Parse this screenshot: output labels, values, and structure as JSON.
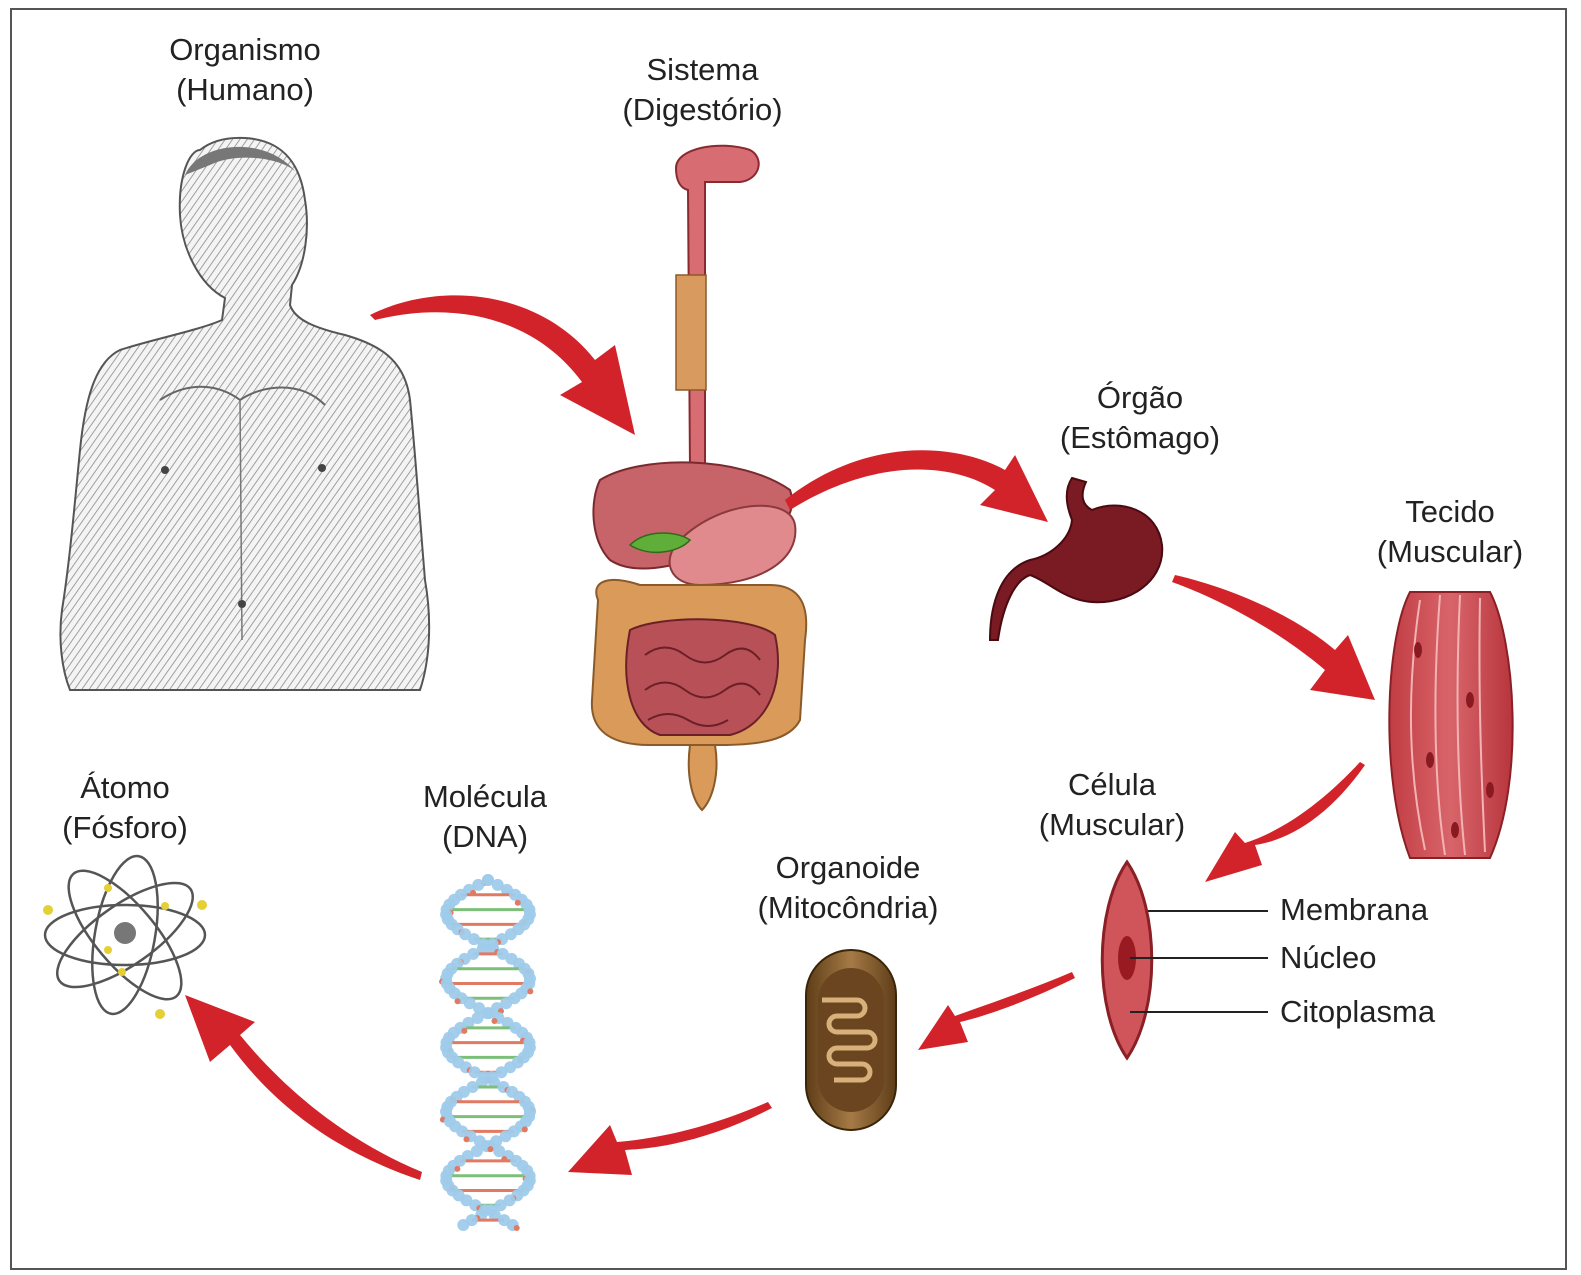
{
  "levels": {
    "organismo": {
      "title": "Organismo",
      "example": "(Humano)"
    },
    "sistema": {
      "title": "Sistema",
      "example": "(Digestório)"
    },
    "orgao": {
      "title": "Órgão",
      "example": "(Estômago)"
    },
    "tecido": {
      "title": "Tecido",
      "example": "(Muscular)"
    },
    "celula": {
      "title": "Célula",
      "example": "(Muscular)"
    },
    "organoide": {
      "title": "Organoide",
      "example": "(Mitocôndria)"
    },
    "molecula": {
      "title": "Molécula",
      "example": "(DNA)"
    },
    "atomo": {
      "title": "Átomo",
      "example": "(Fósforo)"
    }
  },
  "cell_parts": [
    "Membrana",
    "Núcleo",
    "Citoplasma"
  ],
  "colors": {
    "arrow": "#d2232a",
    "skin_sketch": "#9a9a9a",
    "organ_pink": "#d9737a",
    "stomach": "#7a1a22",
    "muscle": "#c9474c",
    "mitochondria": "#7a5428",
    "dna_blue": "#9fcbea",
    "dna_red": "#e07a62",
    "dna_green": "#7dbf7a",
    "atom_gold": "#e4cf34"
  }
}
